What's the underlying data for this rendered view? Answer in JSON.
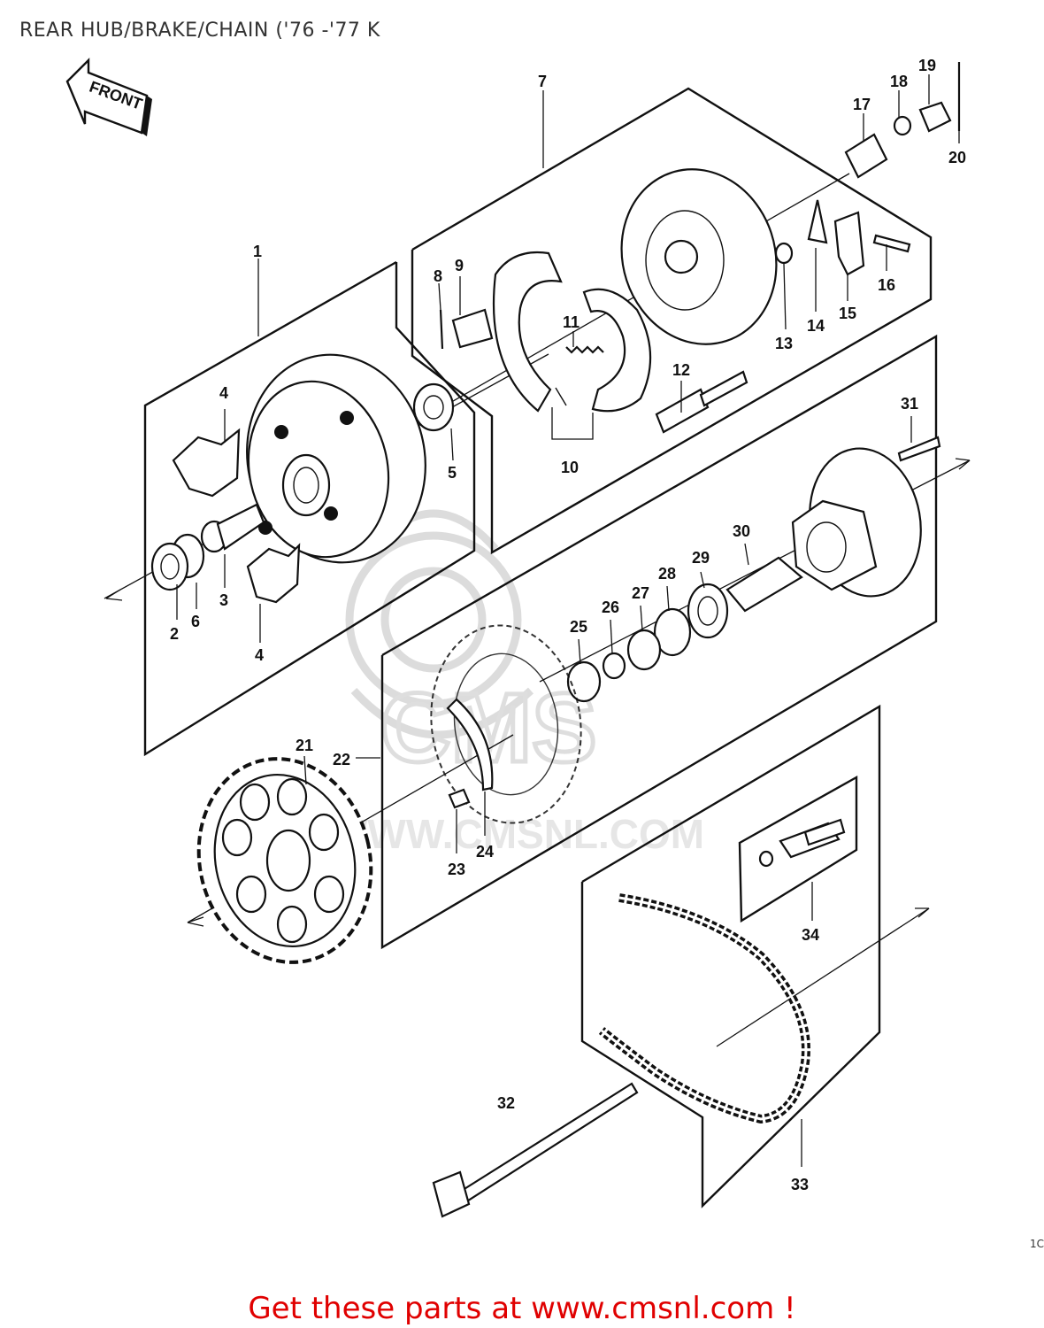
{
  "title": "REAR HUB/BRAKE/CHAIN ('76 -'77 K",
  "front_arrow_label": "FRONT",
  "watermark_text": "WWW.CMSNL.COM",
  "footer": "Get these parts at www.cmsnl.com !",
  "page_code": "1C",
  "callouts": [
    "1",
    "2",
    "3",
    "4",
    "4",
    "5",
    "6",
    "7",
    "8",
    "9",
    "10",
    "11",
    "12",
    "13",
    "14",
    "15",
    "16",
    "17",
    "18",
    "19",
    "20",
    "21",
    "22",
    "23",
    "24",
    "25",
    "26",
    "27",
    "28",
    "29",
    "30",
    "31",
    "32",
    "33",
    "34"
  ],
  "colors": {
    "line": "#111111",
    "footer": "#e00000",
    "watermark": "#dcdcdc"
  }
}
